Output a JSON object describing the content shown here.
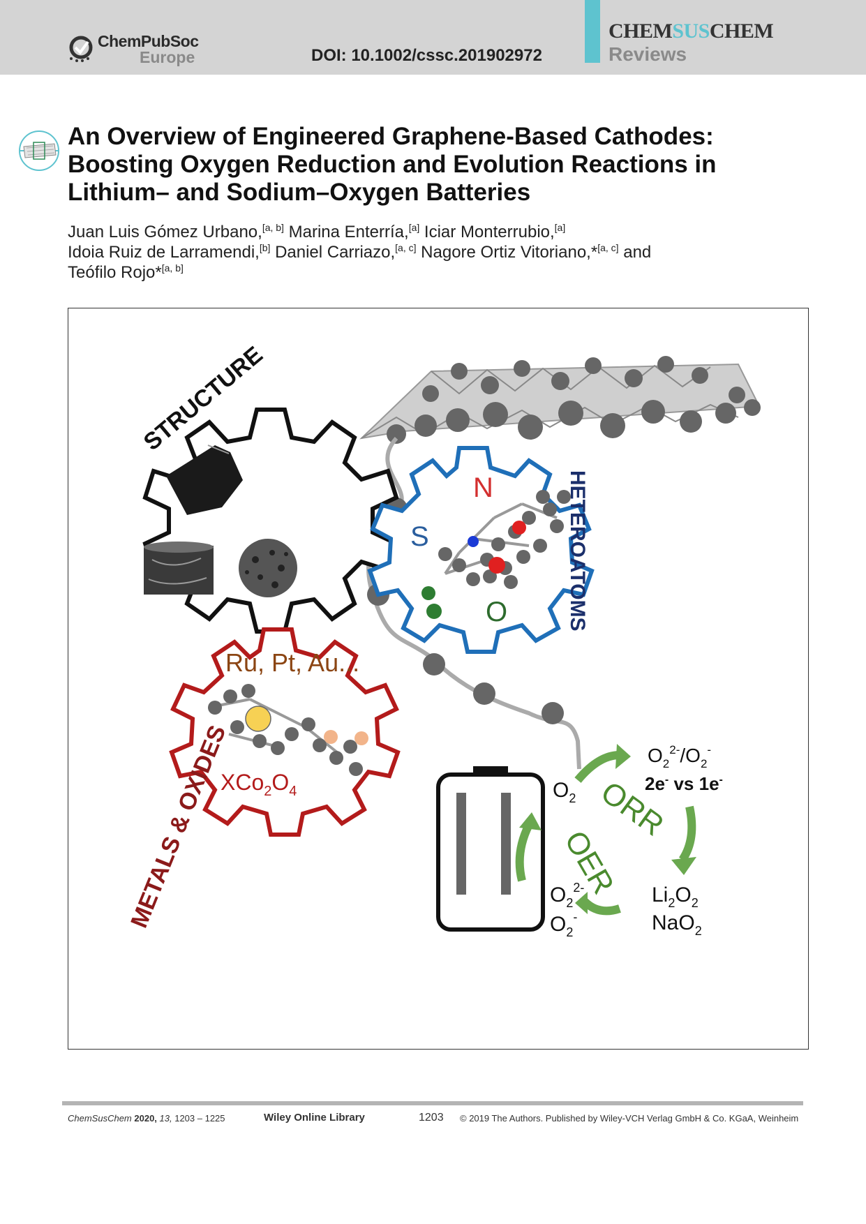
{
  "header": {
    "logo_line1": "ChemPubSoc",
    "logo_line2": "Europe",
    "doi": "DOI: 10.1002/cssc.201902972",
    "journal_part1": "CHEM",
    "journal_part2": "SUS",
    "journal_part3": "CHEM",
    "section": "Reviews",
    "accent_color": "#5ec3cf"
  },
  "article": {
    "title": "An Overview of Engineered Graphene-Based Cathodes: Boosting Oxygen Reduction and Evolution Reactions in Lithium– and Sodium–Oxygen Batteries",
    "authors": [
      {
        "name": "Juan Luis Gómez Urbano,",
        "aff": "[a, b]"
      },
      {
        "name": " Marina Enterría,",
        "aff": "[a]"
      },
      {
        "name": " Iciar Monterrubio,",
        "aff": "[a]"
      },
      {
        "name": "Idoia Ruiz de Larramendi,",
        "aff": "[b]"
      },
      {
        "name": " Daniel Carriazo,",
        "aff": "[a, c]"
      },
      {
        "name": " Nagore Ortiz Vitoriano,*",
        "aff": "[a, c]"
      },
      {
        "name": " and",
        "aff": ""
      },
      {
        "name": "Teófilo Rojo*",
        "aff": "[a, b]"
      }
    ]
  },
  "figure": {
    "structure_label": "STRUCTURE",
    "heteroatoms_label": "HETEROATOMS",
    "metals_label": "METALS & OXIDES",
    "n_label": "N",
    "s_label": "S",
    "o_label": "O",
    "metals_text": "Ru, Pt, Au...",
    "xco_base": "XCo",
    "xco_sub1": "2",
    "xco_o": "O",
    "xco_sub2": "4",
    "o2_label": "O",
    "o2_sub": "2",
    "peroxide_top": "O",
    "peroxide_top_sub": "2",
    "peroxide_top_sup": "2-",
    "peroxide_top_slash": "/O",
    "peroxide_top_sub2": "2",
    "peroxide_top_sup2": "-",
    "electron_text": "2e",
    "electron_sup": "-",
    "electron_vs": " vs 1e",
    "electron_sup2": "-",
    "orr_label": "ORR",
    "oer_label": "OER",
    "li2o2": "Li",
    "li2o2_sub": "2",
    "li2o2_o": "O",
    "li2o2_sub2": "2",
    "nao2": "NaO",
    "nao2_sub": "2",
    "bottom_o": "O",
    "bottom_o_sub": "2",
    "bottom_o_sup": "2-",
    "bottom_o2": "O",
    "bottom_o2_sub": "2",
    "bottom_o2_sup": "-",
    "colors": {
      "structure_gear": "#111111",
      "heteroatom_gear": "#1f6fb8",
      "metal_gear": "#b31b1b",
      "arrow_green": "#6aa84f",
      "orr_text": "#4a8a2e",
      "nitrogen_red": "#d32f2f",
      "sulfur_blue": "#2a5e9e",
      "oxygen_green": "#2d6b2d",
      "metals_brown": "#8b4513",
      "heteroatom_label_blue": "#1b2f6b"
    }
  },
  "footer": {
    "citation_journal": "ChemSusChem",
    "citation_year": " 2020,",
    "citation_volume": " 13,",
    "citation_pages": " 1203 – 1225",
    "wiley": "Wiley Online Library",
    "page": "1203",
    "copyright": "© 2019 The Authors. Published by Wiley-VCH Verlag GmbH & Co. KGaA, Weinheim"
  }
}
